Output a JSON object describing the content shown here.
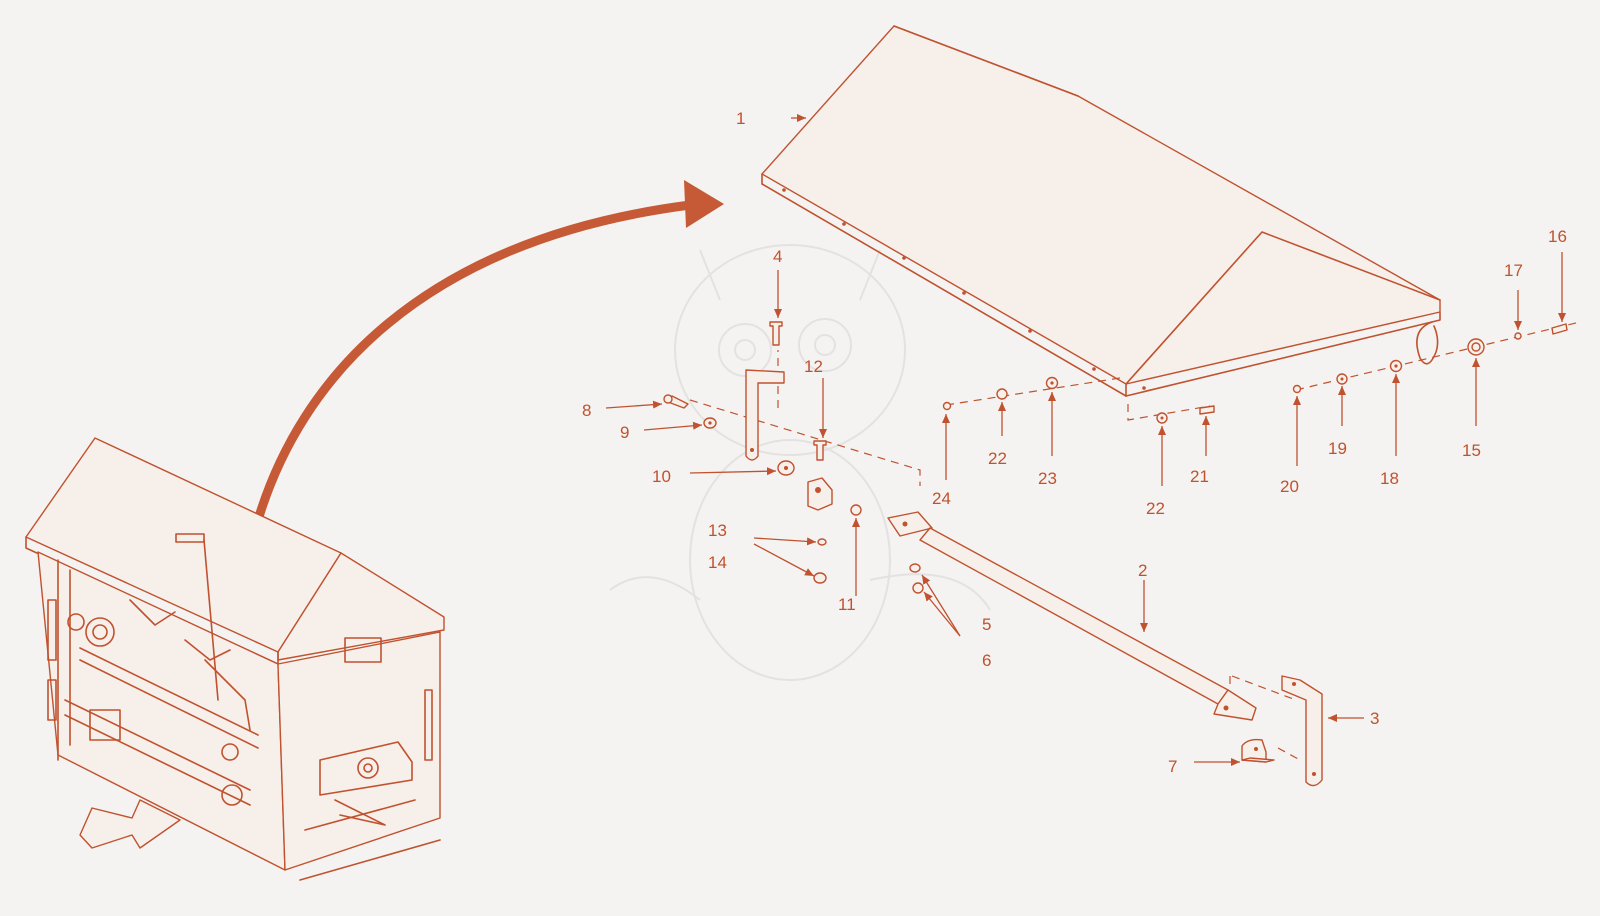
{
  "diagram": {
    "callouts": [
      {
        "id": "c1",
        "label": "1"
      },
      {
        "id": "c2",
        "label": "2"
      },
      {
        "id": "c3",
        "label": "3"
      },
      {
        "id": "c4",
        "label": "4"
      },
      {
        "id": "c5",
        "label": "5"
      },
      {
        "id": "c6",
        "label": "6"
      },
      {
        "id": "c7",
        "label": "7"
      },
      {
        "id": "c8",
        "label": "8"
      },
      {
        "id": "c9",
        "label": "9"
      },
      {
        "id": "c10",
        "label": "10"
      },
      {
        "id": "c11",
        "label": "11"
      },
      {
        "id": "c12",
        "label": "12"
      },
      {
        "id": "c13",
        "label": "13"
      },
      {
        "id": "c14",
        "label": "14"
      },
      {
        "id": "c15",
        "label": "15"
      },
      {
        "id": "c16",
        "label": "16"
      },
      {
        "id": "c17",
        "label": "17"
      },
      {
        "id": "c18",
        "label": "18"
      },
      {
        "id": "c19",
        "label": "19"
      },
      {
        "id": "c20",
        "label": "20"
      },
      {
        "id": "c21",
        "label": "21"
      },
      {
        "id": "c22a",
        "label": "22"
      },
      {
        "id": "c22b",
        "label": "22"
      },
      {
        "id": "c23",
        "label": "23"
      },
      {
        "id": "c24",
        "label": "24"
      }
    ],
    "colors": {
      "line": "#c0522f",
      "arrow": "#c65a36",
      "background": "#f4f3f1"
    }
  }
}
